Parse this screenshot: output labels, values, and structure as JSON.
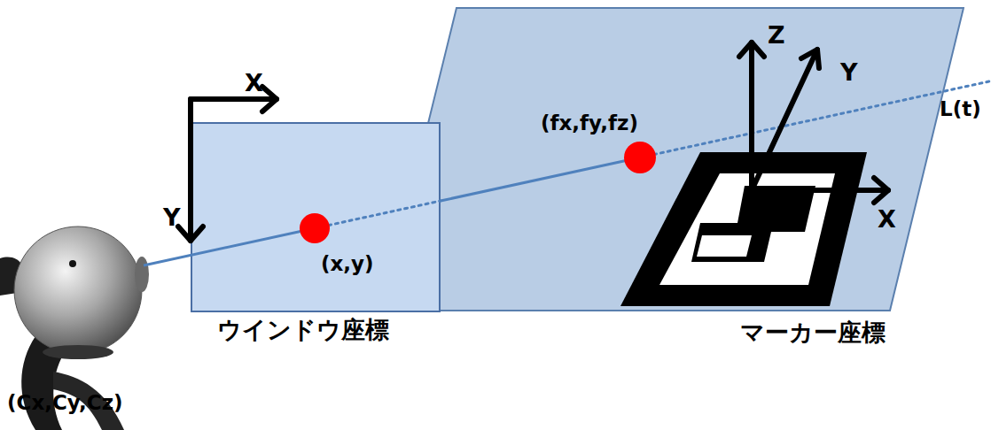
{
  "diagram": {
    "nodes": [
      {
        "text": [
          "マーカー座標"
        ]
      },
      {
        "text": [
          "ウインドウ座標"
        ]
      }
    ],
    "labels": [
      "X",
      "Y",
      "(x,y)",
      "(fx,fy,fz)",
      "Z",
      "Y",
      "X",
      "L(t)",
      "(Cx,Cy,Cz)"
    ]
  }
}
